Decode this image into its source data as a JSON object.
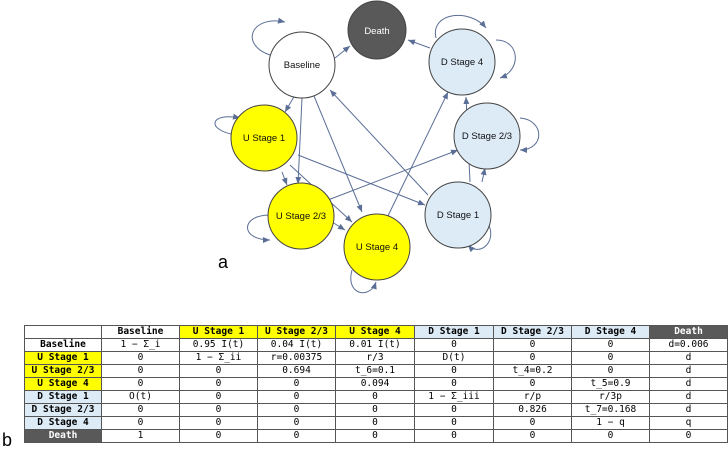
{
  "diagram": {
    "panel_label": "a",
    "nodes": [
      {
        "id": "death",
        "label": "Death"
      },
      {
        "id": "baseline",
        "label": "Baseline"
      },
      {
        "id": "dstage4",
        "label": "D Stage 4"
      },
      {
        "id": "ustage1",
        "label": "U Stage 1"
      },
      {
        "id": "dstage23",
        "label": "D Stage 2/3"
      },
      {
        "id": "ustage23",
        "label": "U Stage 2/3"
      },
      {
        "id": "ustage4",
        "label": "U Stage 4"
      },
      {
        "id": "dstage1",
        "label": "D Stage 1"
      }
    ],
    "colors": {
      "white_node": "#ffffff",
      "yellow_node": "#ffff00",
      "blue_node": "#ddebf7",
      "death_node": "#595959",
      "arrow": "#5a6e96"
    }
  },
  "matrix": {
    "panel_label": "b",
    "column_headers": [
      "",
      "Baseline",
      "U Stage 1",
      "U Stage 2/3",
      "U Stage 4",
      "D Stage 1",
      "D Stage 2/3",
      "D Stage 4",
      "Death"
    ],
    "rows": [
      {
        "label": "Baseline",
        "cells": [
          "1 − Σ_i",
          "0.95 I(t)",
          "0.04 I(t)",
          "0.01 I(t)",
          "0",
          "0",
          "0",
          "d=0.006"
        ]
      },
      {
        "label": "U Stage 1",
        "cells": [
          "0",
          "1 − Σ_ii",
          "r=0.00375",
          "r/3",
          "D(t)",
          "0",
          "0",
          "d"
        ]
      },
      {
        "label": "U Stage 2/3",
        "cells": [
          "0",
          "0",
          "0.694",
          "t_6=0.1",
          "0",
          "t_4=0.2",
          "0",
          "d"
        ]
      },
      {
        "label": "U Stage 4",
        "cells": [
          "0",
          "0",
          "0",
          "0.094",
          "0",
          "0",
          "t_5=0.9",
          "d"
        ]
      },
      {
        "label": "D Stage 1",
        "cells": [
          "O(t)",
          "0",
          "0",
          "0",
          "1 − Σ_iii",
          "r/p",
          "r/3p",
          "d"
        ]
      },
      {
        "label": "D Stage 2/3",
        "cells": [
          "0",
          "0",
          "0",
          "0",
          "0",
          "0.826",
          "t_7=0.168",
          "d"
        ]
      },
      {
        "label": "D Stage 4",
        "cells": [
          "0",
          "0",
          "0",
          "0",
          "0",
          "0",
          "1 − q",
          "q"
        ]
      },
      {
        "label": "Death",
        "cells": [
          "1",
          "0",
          "0",
          "0",
          "0",
          "0",
          "0",
          "0"
        ]
      }
    ],
    "column_colors": [
      "white",
      "white",
      "yellow",
      "yellow",
      "yellow",
      "blue",
      "blue",
      "blue",
      "dark"
    ],
    "row_colors": [
      "white",
      "yellow",
      "yellow",
      "yellow",
      "blue",
      "blue",
      "blue",
      "dark"
    ]
  }
}
